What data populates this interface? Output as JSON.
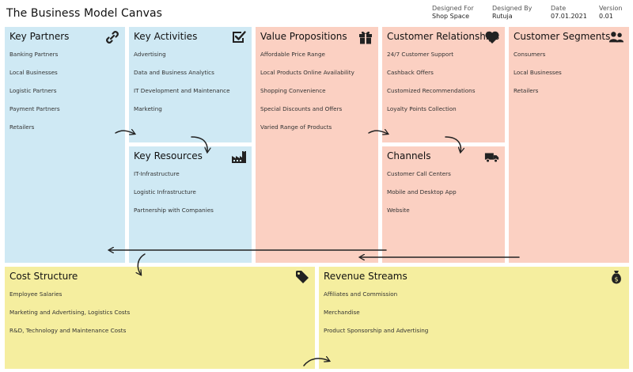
{
  "title": "The Business Model Canvas",
  "meta": {
    "designed_for_label": "Designed For",
    "designed_for_value": "Shop Space",
    "designed_by_label": "Designed By",
    "designed_by_value": "Rutuja",
    "date_label": "Date",
    "date_value": "07.01.2021",
    "version_label": "Version",
    "version_value": "0.01"
  },
  "key_partners": {
    "title": "Key Partners",
    "icon": "link-icon",
    "items": [
      "Banking Partners",
      "Local Businesses",
      "Logistic Partners",
      "Payment Partners",
      "Retailers"
    ]
  },
  "key_activities": {
    "title": "Key Activities",
    "icon": "checkbox-icon",
    "items": [
      "Advertising",
      "Data and Business Analytics",
      "IT Development and Maintenance",
      "Marketing"
    ]
  },
  "key_resources": {
    "title": "Key Resources",
    "icon": "factory-icon",
    "items": [
      "IT-Infrastructure",
      "Logistic Infrastructure",
      "Partnership with Companies"
    ]
  },
  "value_propositions": {
    "title": "Value Propositions",
    "icon": "gift-icon",
    "items": [
      "Affordable Price Range",
      "Local Products Online Availability",
      "Shopping Convenience",
      "Special Discounts and Offers",
      "Varied Range of Products"
    ]
  },
  "customer_relationships": {
    "title": "Customer Relationships",
    "icon": "heart-icon",
    "items": [
      "24/7 Customer Support",
      "Cashback Offers",
      "Customized Recommendations",
      "Loyalty Points Collection"
    ]
  },
  "channels": {
    "title": "Channels",
    "icon": "truck-icon",
    "items": [
      "Customer Call Centers",
      "Mobile and Desktop App",
      "Website"
    ]
  },
  "customer_segments": {
    "title": "Customer Segments",
    "icon": "users-icon",
    "items": [
      "Consumers",
      "Local Businesses",
      "Retailers"
    ]
  },
  "cost_structure": {
    "title": "Cost Structure",
    "icon": "tag-icon",
    "items": [
      "Employee Salaries",
      "Marketing and Advertising, Logistics Costs",
      "R&D, Technology and Maintenance Costs"
    ]
  },
  "revenue_streams": {
    "title": "Revenue Streams",
    "icon": "money-bag-icon",
    "items": [
      "Affiliates and Commission",
      "Merchandise",
      "Product Sponsorship and Advertising"
    ]
  },
  "colors": {
    "blue": "#cfe9f4",
    "pink": "#fbd0c2",
    "yellow": "#f5ee9f"
  }
}
